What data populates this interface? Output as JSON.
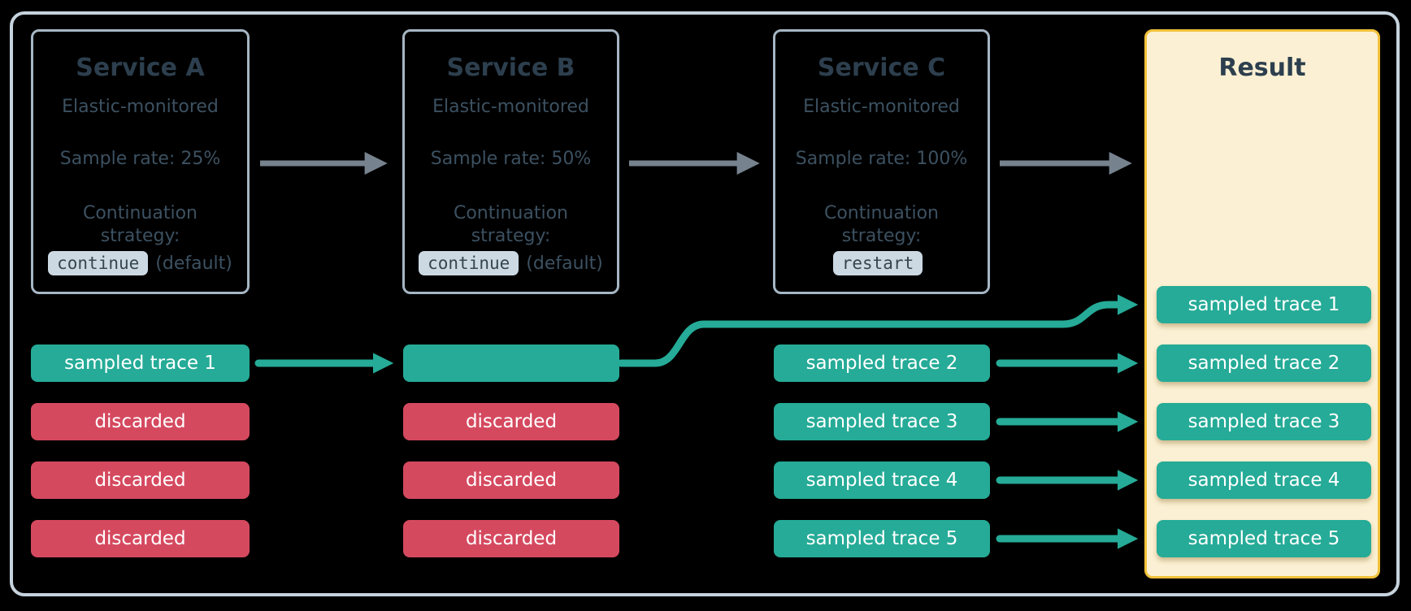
{
  "colors": {
    "background": "#000000",
    "outer_frame_border": "#c6d3dd",
    "service_box_border": "#a6b6c4",
    "title_text": "#2d3f4e",
    "body_text": "#3c5161",
    "code_chip_bg": "#ccd9e3",
    "gray_arrow": "#76828e",
    "teal": "#25ab97",
    "red": "#d5495f",
    "result_bg": "#fbf0d3",
    "result_border": "#f1c13a"
  },
  "services": [
    {
      "title": "Service A",
      "subtitle": "Elastic-monitored",
      "sample_rate": "Sample rate: 25%",
      "continuation_label": "Continuation strategy:",
      "strategy_code": "continue",
      "strategy_suffix": "(default)"
    },
    {
      "title": "Service B",
      "subtitle": "Elastic-monitored",
      "sample_rate": "Sample rate: 50%",
      "continuation_label": "Continuation strategy:",
      "strategy_code": "continue",
      "strategy_suffix": "(default)"
    },
    {
      "title": "Service C",
      "subtitle": "Elastic-monitored",
      "sample_rate": "Sample rate: 100%",
      "continuation_label": "Continuation strategy:",
      "strategy_code": "restart",
      "strategy_suffix": ""
    }
  ],
  "trace_columns": {
    "service_a": [
      {
        "label": "sampled trace 1",
        "status": "sampled"
      },
      {
        "label": "discarded",
        "status": "discarded"
      },
      {
        "label": "discarded",
        "status": "discarded"
      },
      {
        "label": "discarded",
        "status": "discarded"
      }
    ],
    "service_b": [
      {
        "label": "",
        "status": "sampled"
      },
      {
        "label": "discarded",
        "status": "discarded"
      },
      {
        "label": "discarded",
        "status": "discarded"
      },
      {
        "label": "discarded",
        "status": "discarded"
      }
    ],
    "service_c": [
      {
        "label": "sampled trace 2",
        "status": "sampled"
      },
      {
        "label": "sampled trace 3",
        "status": "sampled"
      },
      {
        "label": "sampled trace 4",
        "status": "sampled"
      },
      {
        "label": "sampled trace 5",
        "status": "sampled"
      }
    ]
  },
  "result": {
    "title": "Result",
    "traces": [
      "sampled trace 1",
      "sampled trace 2",
      "sampled trace 3",
      "sampled trace 4",
      "sampled trace 5"
    ]
  }
}
